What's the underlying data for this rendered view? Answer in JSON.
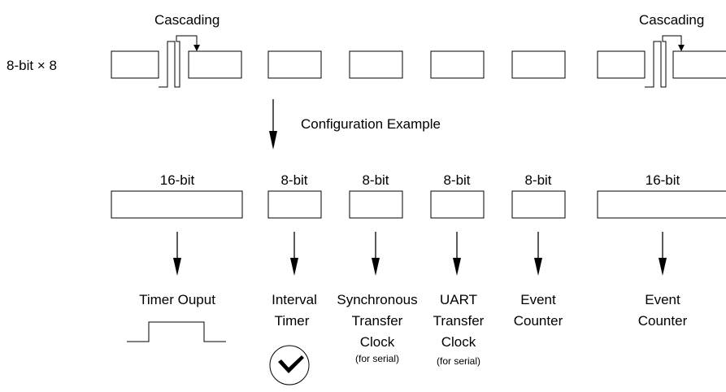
{
  "top_row": {
    "label_prefix": "8-bit ",
    "label_times": "×",
    "label_suffix": " 8",
    "cascading_left": "Cascading",
    "cascading_right": "Cascading"
  },
  "transition": {
    "label": "Configuration Example"
  },
  "config": {
    "bit_labels": [
      "16-bit",
      "8-bit",
      "8-bit",
      "8-bit",
      "8-bit",
      "16-bit"
    ],
    "timer_output": "Timer Ouput",
    "interval_timer": [
      "Interval",
      "Timer"
    ],
    "sync_transfer": [
      "Synchronous",
      "Transfer",
      "Clock",
      "(for serial)"
    ],
    "uart_transfer": [
      "UART",
      "Transfer",
      "Clock",
      "(for serial)"
    ],
    "event_counter_1": [
      "Event",
      "Counter"
    ],
    "event_counter_2": [
      "Event",
      "Counter"
    ]
  }
}
